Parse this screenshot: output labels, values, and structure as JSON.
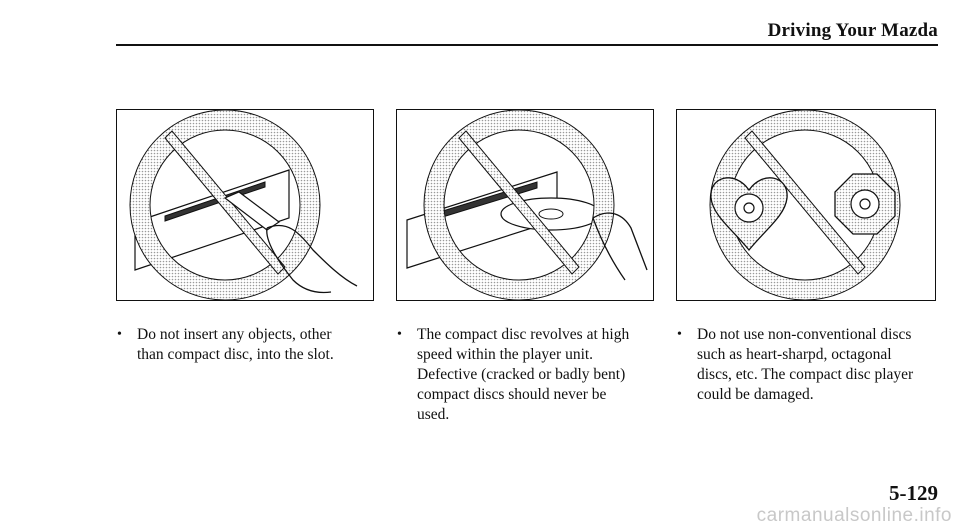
{
  "header": {
    "title": "Driving Your Mazda"
  },
  "captions": [
    {
      "bullet": "•",
      "text": "Do not insert any objects, other\nthan compact disc, into the slot."
    },
    {
      "bullet": "•",
      "text": "The compact disc revolves at high\nspeed within the player unit.\nDefective (cracked or badly bent)\ncompact discs should never be\nused."
    },
    {
      "bullet": "•",
      "text": "Do not use non-conventional discs\nsuch as heart-sharpd, octagonal\ndiscs, etc. The compact disc player\ncould be damaged."
    }
  ],
  "page_number": "5-129",
  "watermark": "carmanualsonline.info",
  "colors": {
    "ink": "#111111",
    "prohibition_fill": "#d9d9d9"
  },
  "icons": [
    "no-objects-prohibition-icon",
    "no-damaged-disc-prohibition-icon",
    "no-irregular-disc-prohibition-icon"
  ]
}
